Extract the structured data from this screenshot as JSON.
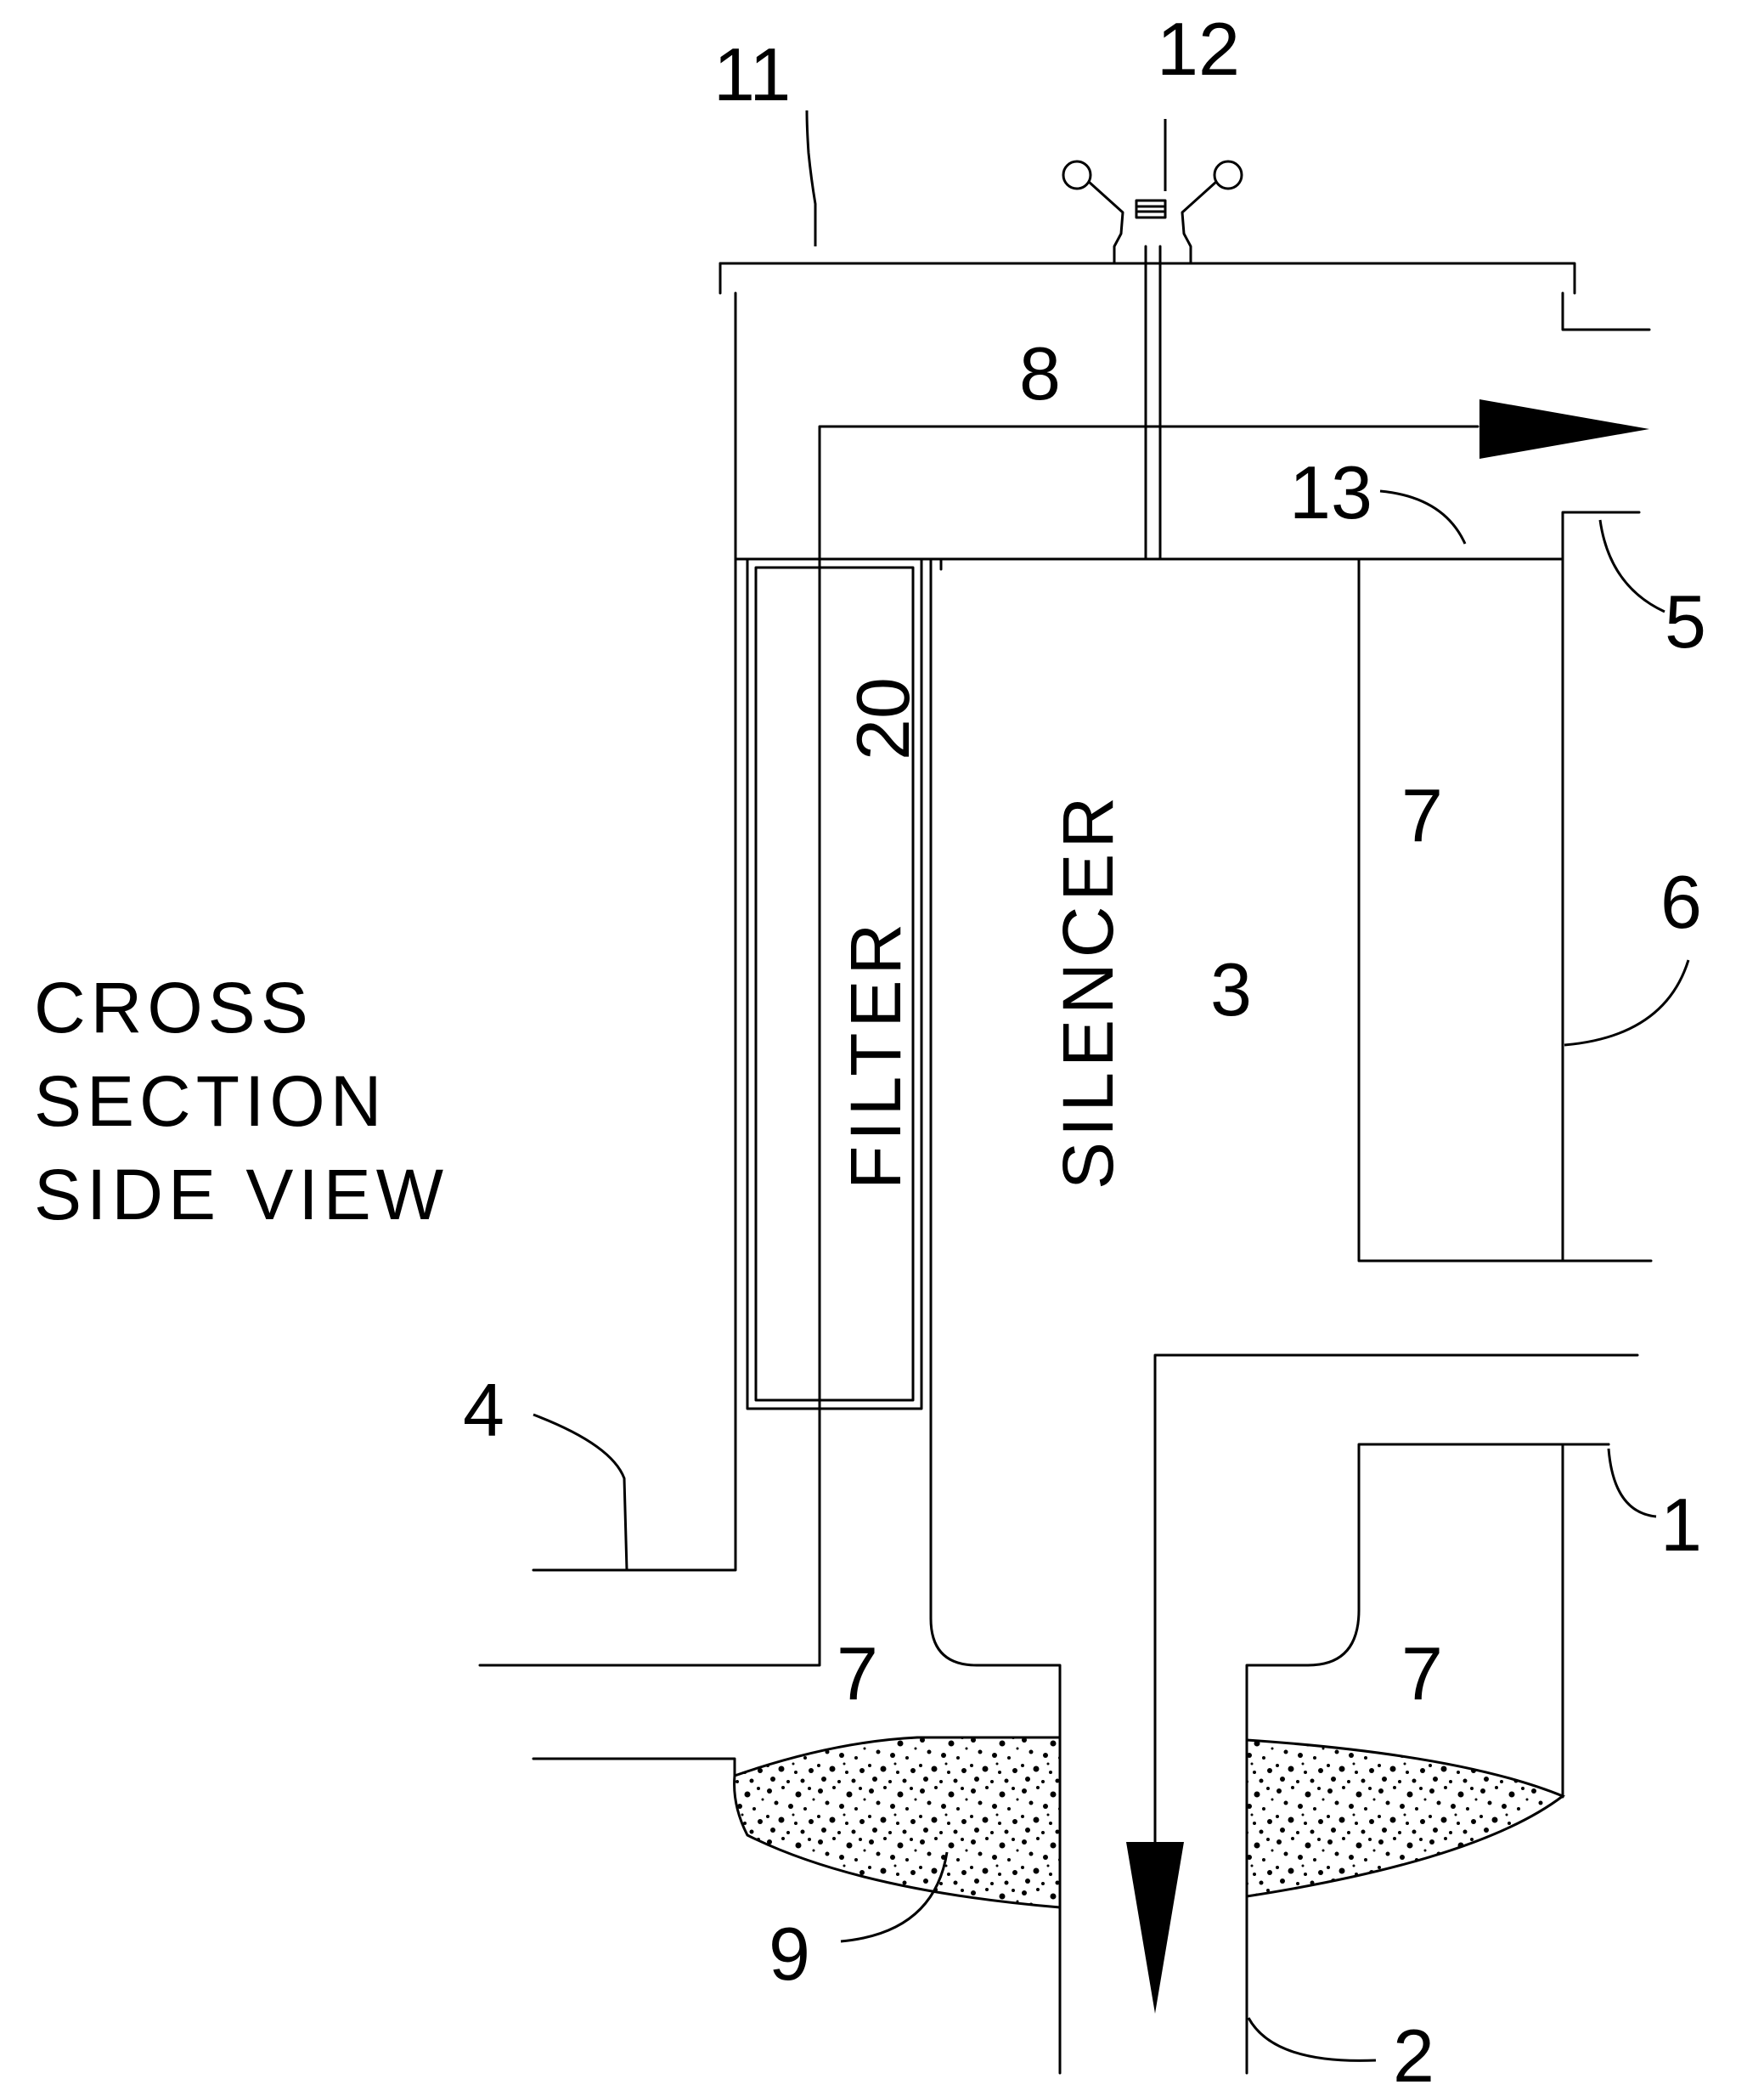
{
  "title_lines": [
    "CROSS",
    "SECTION",
    "SIDE VIEW"
  ],
  "filter_label": "FILTER",
  "silencer_label": "SILENCER",
  "reference_numerals": {
    "n1": "1",
    "n2": "2",
    "n3": "3",
    "n4": "4",
    "n5": "5",
    "n6": "6",
    "n7a": "7",
    "n7b": "7",
    "n7c": "7",
    "n8": "8",
    "n9": "9",
    "n11": "11",
    "n12": "12",
    "n13": "13",
    "n20": "20"
  }
}
